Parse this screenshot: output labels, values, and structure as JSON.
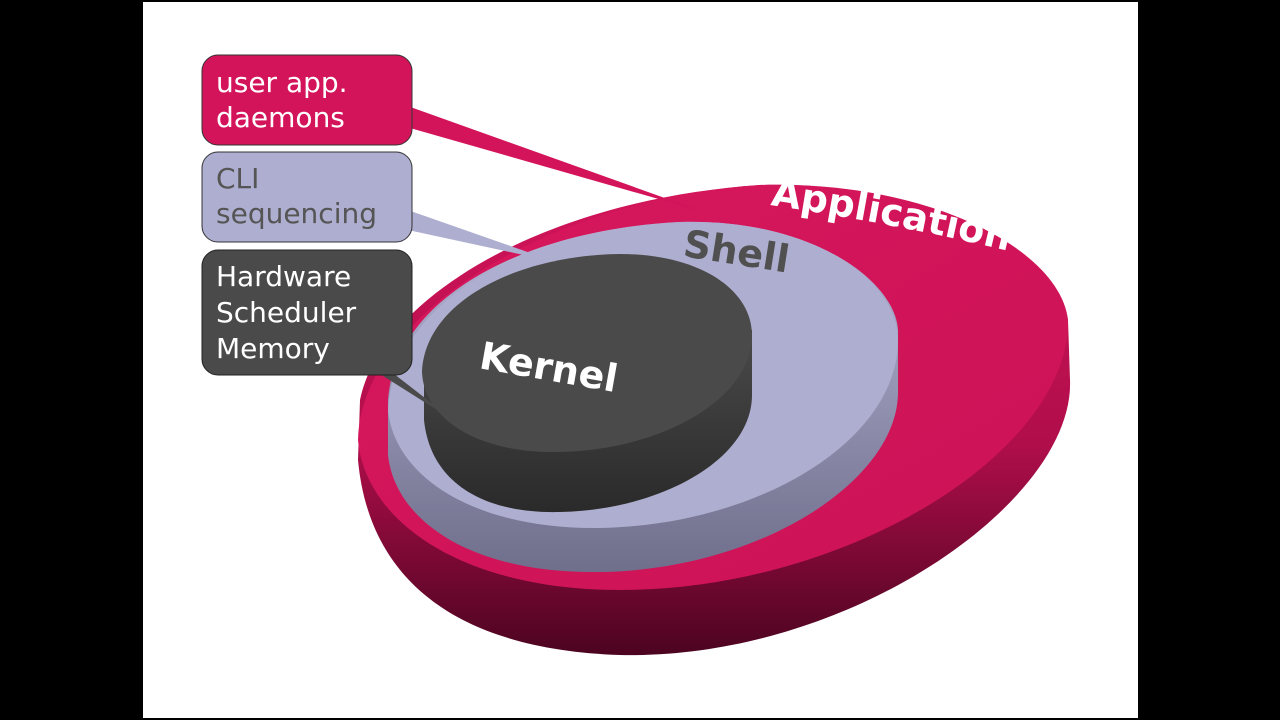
{
  "layers": {
    "application": {
      "label": "Application",
      "color": "#d4145a"
    },
    "shell": {
      "label": "Shell",
      "color": "#aeaed0"
    },
    "kernel": {
      "label": "Kernel",
      "color": "#4a4a4a"
    }
  },
  "callouts": {
    "application": {
      "lines": [
        "user app.",
        "daemons"
      ],
      "text_color": "#ffffff"
    },
    "shell": {
      "lines": [
        "CLI",
        "sequencing"
      ],
      "text_color": "#555555"
    },
    "kernel": {
      "lines": [
        "Hardware",
        "Scheduler",
        "Memory"
      ],
      "text_color": "#ffffff"
    }
  }
}
